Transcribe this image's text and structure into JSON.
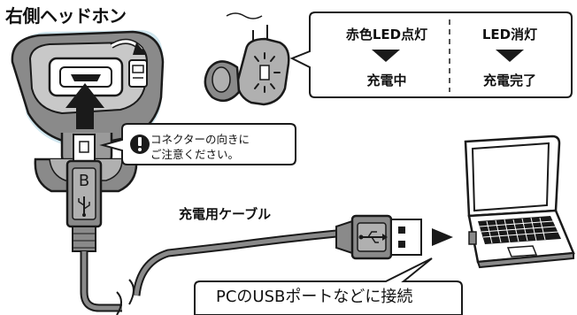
{
  "title": "右側ヘッドホン",
  "led_states": [
    {
      "led": "赤色LED点灯",
      "status": "充電中"
    },
    {
      "led": "LED消灯",
      "status": "充電完了"
    }
  ],
  "warning": {
    "line1": "コネクターの向きに",
    "line2": "ご注意ください。"
  },
  "cable_label": "充電用ケーブル",
  "pc_label": "PCのUSBポートなどに接続",
  "connector_letter": "B",
  "colors": {
    "outline": "#1a1a1a",
    "device_gray": "#7a7a7a",
    "device_light": "#c8c8c8",
    "shadow_blue": "#d0e6ee"
  }
}
